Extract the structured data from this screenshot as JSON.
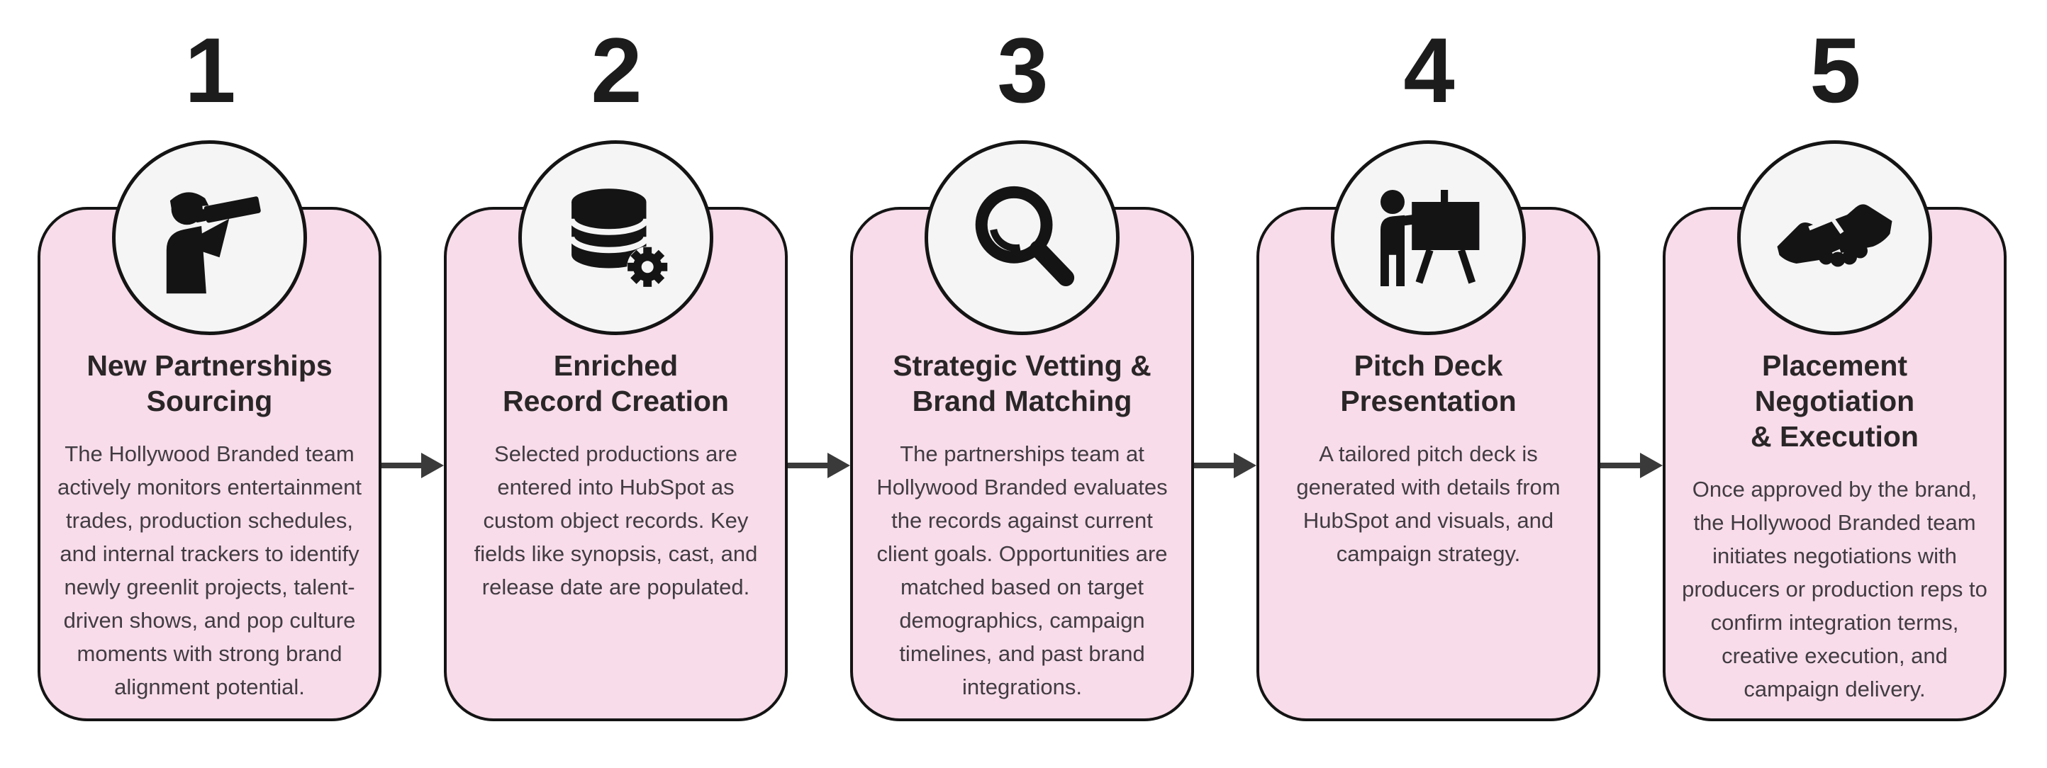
{
  "diagram": {
    "kind": "horizontal-process-flow",
    "step_count": 5,
    "colors": {
      "background": "#ffffff",
      "card_fill": "#f8dce9",
      "badge_fill": "#f6f5f6",
      "border": "#141414",
      "arrow": "#3a3a3a",
      "number_text": "#1c1c1c",
      "title_text": "#2a2628",
      "body_text": "#413c42",
      "icon": "#141414"
    }
  },
  "steps": [
    {
      "number": "1",
      "icon": "lookout-telescope-icon",
      "title": "New Partnerships\nSourcing",
      "description": "The Hollywood Branded team actively monitors entertainment trades, production schedules, and internal trackers to identify newly greenlit projects, talent-driven shows, and pop culture moments with strong brand alignment potential."
    },
    {
      "number": "2",
      "icon": "database-gear-icon",
      "title": "Enriched\nRecord Creation",
      "description": "Selected productions are entered into HubSpot as custom object records. Key fields like synopsis, cast, and release date are populated."
    },
    {
      "number": "3",
      "icon": "magnifying-glass-icon",
      "title": "Strategic Vetting &\nBrand Matching",
      "description": "The partnerships team at Hollywood Branded evaluates the records against current client goals. Opportunities are matched based on target demographics, campaign timelines, and past brand integrations."
    },
    {
      "number": "4",
      "icon": "pitch-presentation-icon",
      "title": "Pitch Deck\nPresentation",
      "description": "A tailored pitch deck is generated with details from HubSpot and visuals, and campaign strategy."
    },
    {
      "number": "5",
      "icon": "handshake-icon",
      "title": "Placement Negotiation\n& Execution",
      "description": "Once approved by the brand, the Hollywood Branded team initiates negotiations with producers or production reps to confirm integration terms, creative execution, and campaign delivery."
    }
  ],
  "arrow": {
    "direction": "right",
    "count": 4
  }
}
